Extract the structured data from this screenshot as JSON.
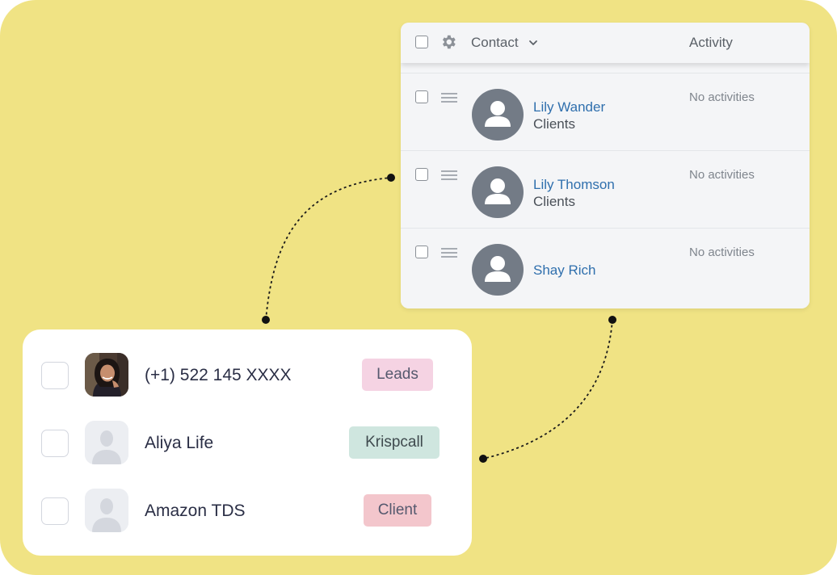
{
  "crm": {
    "header": {
      "contact_label": "Contact",
      "activity_label": "Activity"
    },
    "rows": [
      {
        "name": "Lily Wander",
        "group": "Clients",
        "activity": "No activities"
      },
      {
        "name": "Lily Thomson",
        "group": "Clients",
        "activity": "No activities"
      },
      {
        "name": "Shay Rich",
        "group": "",
        "activity": "No activities"
      }
    ]
  },
  "contacts": {
    "rows": [
      {
        "name": "(+1) 522 145 XXXX",
        "tag": "Leads",
        "tag_bg": "#f5d3e3",
        "tag_color": "#55596e",
        "avatar": "photo"
      },
      {
        "name": "Aliya Life",
        "tag": "Krispcall",
        "tag_bg": "#cfe6df",
        "tag_color": "#3f4a4e",
        "avatar": "placeholder-person"
      },
      {
        "name": "Amazon TDS",
        "tag": "Client",
        "tag_bg": "#f3c6cc",
        "tag_color": "#55596e",
        "avatar": "placeholder-person"
      }
    ]
  },
  "colors": {
    "background": "#f0e384",
    "link_blue": "#2f6fad",
    "avatar_gray": "#737b86"
  }
}
